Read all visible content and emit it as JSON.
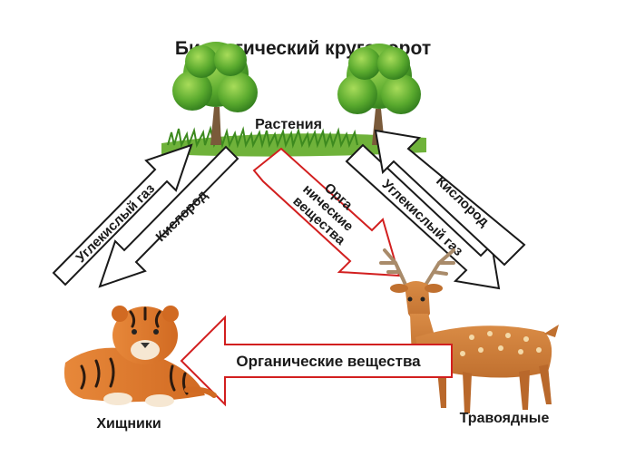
{
  "title": "Биологический круговорот",
  "nodes": {
    "plants": "Растения",
    "predators": "Хищники",
    "herbivores": "Травоядные"
  },
  "arrows": {
    "co2_left": "Углекислый газ",
    "o2_left": "Кислород",
    "organic_plants_to_herbivores": "Органические вещества",
    "co2_right": "Углекислый газ",
    "o2_right": "Кислород",
    "organic_herbivores_to_predators": "Органические вещества"
  },
  "colors": {
    "arrow_outline": "#1a1a1a",
    "organic_arrow_outline": "#d21f1f",
    "grass": "#4f9a2a",
    "tree_foliage": "#5aaa2e"
  }
}
